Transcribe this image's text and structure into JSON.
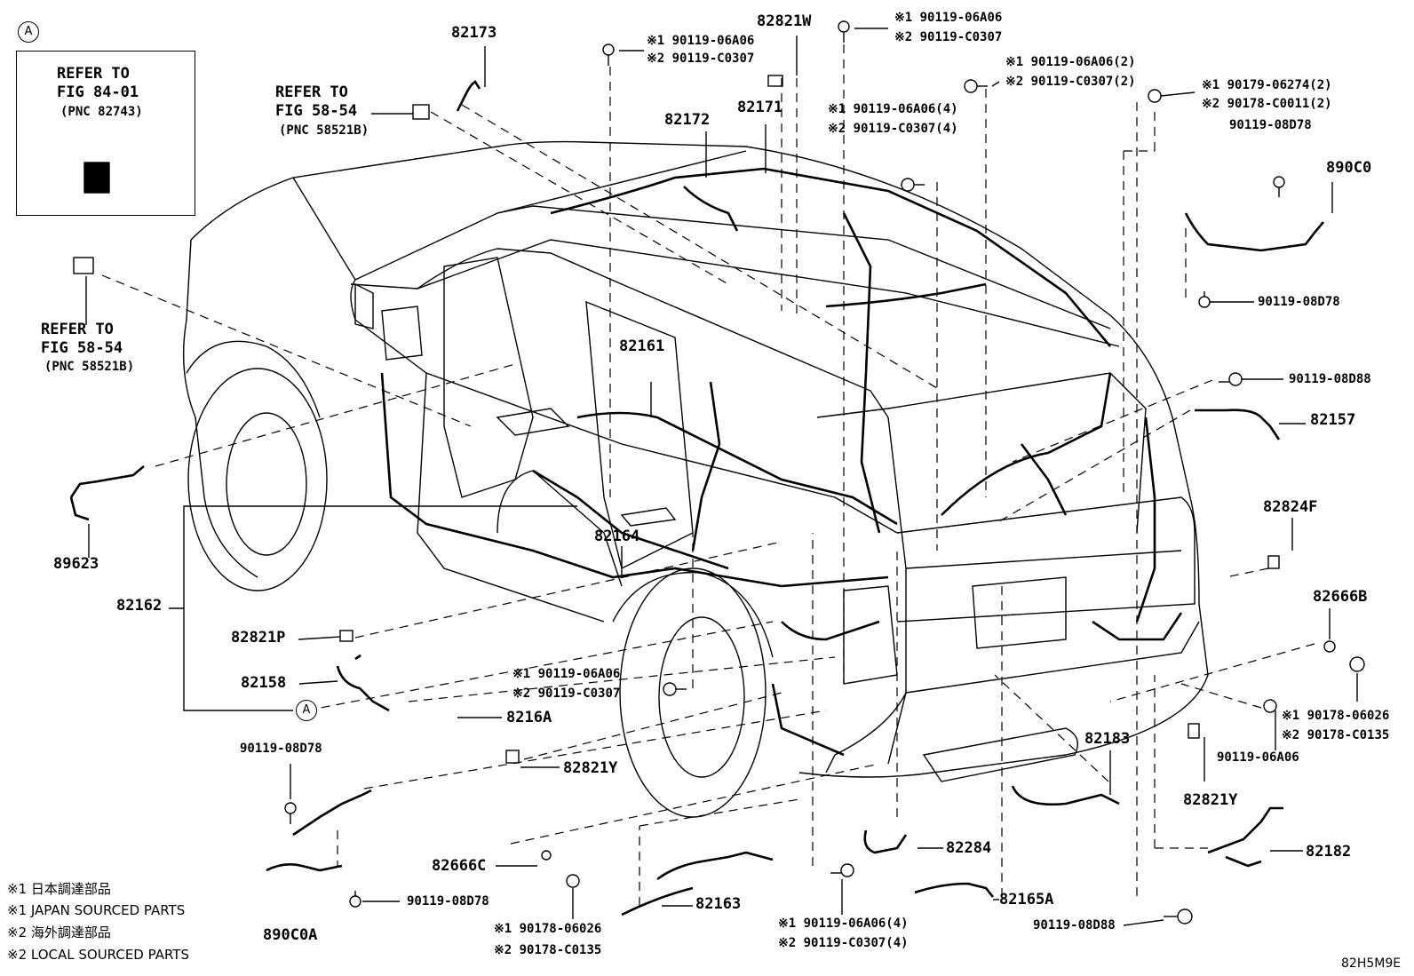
{
  "diagram_code": "82H5M9E",
  "inset": {
    "callout": "A",
    "refer1": "REFER TO",
    "refer2": "FIG 84-01",
    "pnc": "(PNC 82743)"
  },
  "callout_a": "A",
  "refer_top": {
    "l1": "REFER TO",
    "l2": "FIG 58-54",
    "l3": "(PNC 58521B)"
  },
  "refer_left": {
    "l1": "REFER TO",
    "l2": "FIG 58-54",
    "l3": "(PNC 58521B)"
  },
  "parts": {
    "p82173": "82173",
    "p82172": "82172",
    "p82171": "82171",
    "p82821W": "82821W",
    "p890C0": "890C0",
    "p82161": "82161",
    "p82157": "82157",
    "p89623": "89623",
    "p82162": "82162",
    "p82164": "82164",
    "p82824F": "82824F",
    "p82666B": "82666B",
    "p82821P": "82821P",
    "p82158": "82158",
    "p8216A": "8216A",
    "p82821Y_a": "82821Y",
    "p82183": "82183",
    "p82821Y_b": "82821Y",
    "p82284": "82284",
    "p82182": "82182",
    "p82666C": "82666C",
    "p82163": "82163",
    "p82165A": "82165A",
    "p890C0A": "890C0A"
  },
  "bolts": {
    "b1a": "※1 90119-06A06",
    "b1b": "※2 90119-C0307",
    "b2a": "※1 90119-06A06",
    "b2b": "※2 90119-C0307",
    "b3a": "※1 90119-06A06(2)",
    "b3b": "※2 90119-C0307(2)",
    "b4a": "※1 90179-06274(2)",
    "b4b": "※2 90178-C0011(2)",
    "b4c": "90119-08D78",
    "b5a": "※1 90119-06A06(4)",
    "b5b": "※2 90119-C0307(4)",
    "b6": "90119-08D78",
    "b7": "90119-08D88",
    "b8a": "※1 90119-06A06",
    "b8b": "※2 90119-C0307",
    "b9a": "※1 90178-06026",
    "b9b": "※2 90178-C0135",
    "b9c": "90119-06A06",
    "b10": "90119-08D78",
    "b11": "90119-08D78",
    "b12a": "※1 90178-06026",
    "b12b": "※2 90178-C0135",
    "b13a": "※1 90119-06A06(4)",
    "b13b": "※2 90119-C0307(4)",
    "b14": "90119-08D88"
  },
  "legend": {
    "l1": "※1 日本調達部品",
    "l2": "※1 JAPAN SOURCED PARTS",
    "l3": "※2 海外調達部品",
    "l4": "※2 LOCAL SOURCED PARTS"
  }
}
